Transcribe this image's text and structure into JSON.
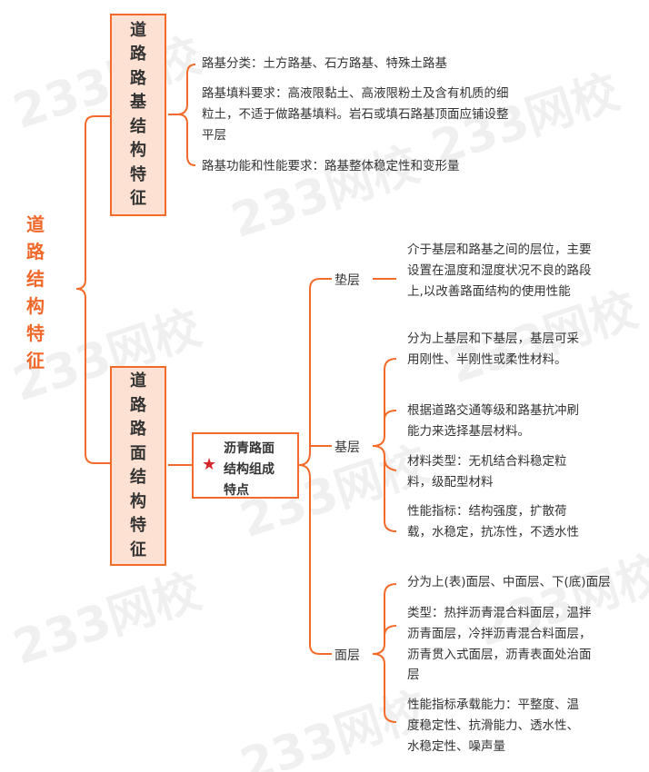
{
  "watermark": "233网校",
  "root": {
    "title": "道路结构特征"
  },
  "subgrade": {
    "title": "道路路基结构特征",
    "items": [
      "路基分类：土方路基、石方路基、特殊土路基",
      "路基填料要求：高液限黏土、高液限粉土及含有机质的细粒土，不适于做路基填料。岩石或填石路基顶面应铺设整平层",
      "路基功能和性能要求：路基整体稳定性和变形量"
    ]
  },
  "pavement": {
    "title": "道路路面结构特征",
    "asphalt": {
      "title": "沥青路面结构组成特点",
      "icon": "star-icon",
      "layers": [
        {
          "label": "垫层",
          "items": [
            "介于基层和路基之间的层位，主要设置在温度和湿度状况不良的路段上,以改善路面结构的使用性能"
          ]
        },
        {
          "label": "基层",
          "items": [
            "分为上基层和下基层，基层可采用刚性、半刚性或柔性材料。",
            "根据道路交通等级和路基抗冲刷能力来选择基层材料。",
            "材料类型：无机结合料稳定粒料，级配型材料",
            "性能指标：结构强度，扩散荷载，水稳定，抗冻性，不透水性"
          ]
        },
        {
          "label": "面层",
          "items": [
            "分为上(表)面层、中面层、下(底)面层",
            "类型：热拌沥青混合料面层，温拌沥青面层，冷拌沥青混合料面层，沥青贯入式面层，沥青表面处治面层",
            "性能指标承载能力：平整度、温度稳定性、抗滑能力、透水性、水稳定性、噪声量"
          ]
        }
      ]
    }
  },
  "colors": {
    "accent": "#f26b2a",
    "box_fill": "#fde1d2",
    "star": "#d6262c",
    "root_text": "#f0682a"
  }
}
